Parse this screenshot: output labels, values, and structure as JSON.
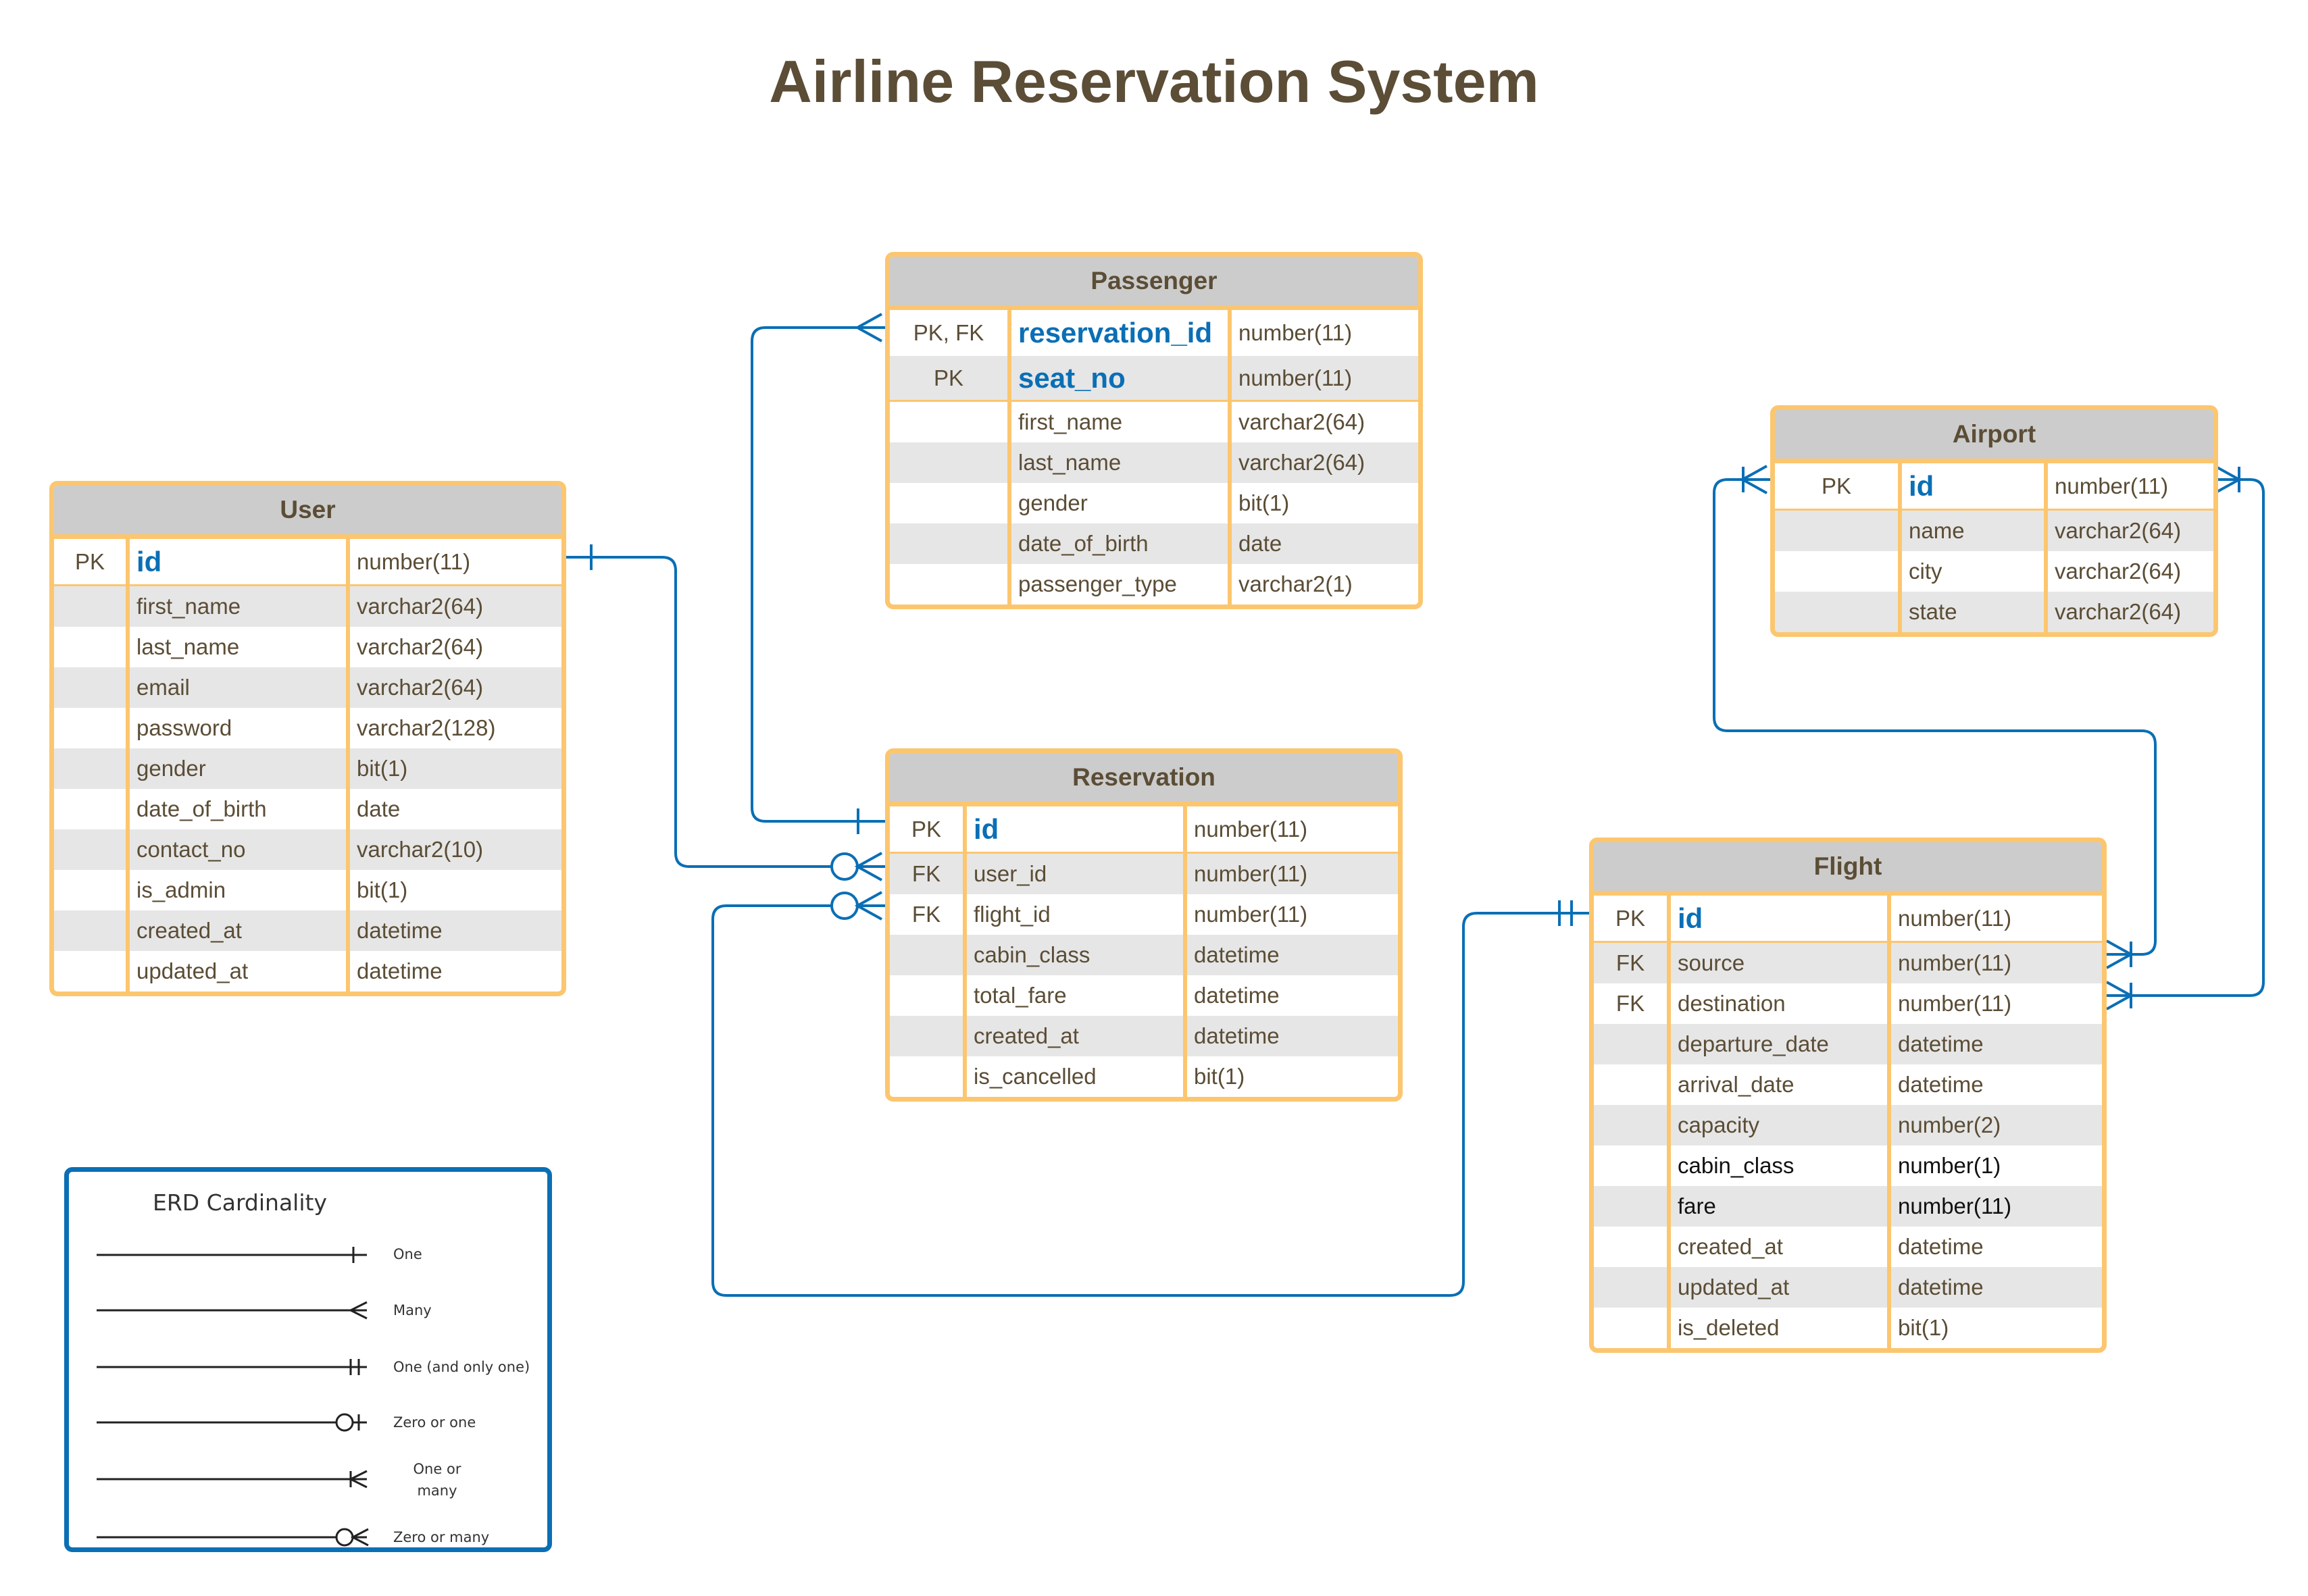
{
  "title": "Airline Reservation System",
  "colors": {
    "accent": "#0a6fb5",
    "border": "#fcc66f",
    "header": "#cccccc",
    "text": "#5b4d36"
  },
  "entities": {
    "user": {
      "name": "User",
      "rows": [
        {
          "key": "PK",
          "name": "id",
          "type": "number(11)"
        },
        {
          "key": "",
          "name": "first_name",
          "type": "varchar2(64)"
        },
        {
          "key": "",
          "name": "last_name",
          "type": "varchar2(64)"
        },
        {
          "key": "",
          "name": "email",
          "type": "varchar2(64)"
        },
        {
          "key": "",
          "name": "password",
          "type": "varchar2(128)"
        },
        {
          "key": "",
          "name": "gender",
          "type": "bit(1)"
        },
        {
          "key": "",
          "name": "date_of_birth",
          "type": "date"
        },
        {
          "key": "",
          "name": "contact_no",
          "type": "varchar2(10)"
        },
        {
          "key": "",
          "name": "is_admin",
          "type": "bit(1)"
        },
        {
          "key": "",
          "name": "created_at",
          "type": "datetime"
        },
        {
          "key": "",
          "name": "updated_at",
          "type": "datetime"
        }
      ]
    },
    "passenger": {
      "name": "Passenger",
      "rows": [
        {
          "key": "PK, FK",
          "name": "reservation_id",
          "type": "number(11)"
        },
        {
          "key": "PK",
          "name": "seat_no",
          "type": "number(11)"
        },
        {
          "key": "",
          "name": "first_name",
          "type": "varchar2(64)"
        },
        {
          "key": "",
          "name": "last_name",
          "type": "varchar2(64)"
        },
        {
          "key": "",
          "name": "gender",
          "type": "bit(1)"
        },
        {
          "key": "",
          "name": "date_of_birth",
          "type": "date"
        },
        {
          "key": "",
          "name": "passenger_type",
          "type": "varchar2(1)"
        }
      ]
    },
    "reservation": {
      "name": "Reservation",
      "rows": [
        {
          "key": "PK",
          "name": "id",
          "type": "number(11)"
        },
        {
          "key": "FK",
          "name": "user_id",
          "type": "number(11)"
        },
        {
          "key": "FK",
          "name": "flight_id",
          "type": "number(11)"
        },
        {
          "key": "",
          "name": "cabin_class",
          "type": "datetime"
        },
        {
          "key": "",
          "name": "total_fare",
          "type": "datetime"
        },
        {
          "key": "",
          "name": "created_at",
          "type": "datetime"
        },
        {
          "key": "",
          "name": "is_cancelled",
          "type": "bit(1)"
        }
      ]
    },
    "airport": {
      "name": "Airport",
      "rows": [
        {
          "key": "PK",
          "name": "id",
          "type": "number(11)"
        },
        {
          "key": "",
          "name": "name",
          "type": "varchar2(64)"
        },
        {
          "key": "",
          "name": "city",
          "type": "varchar2(64)"
        },
        {
          "key": "",
          "name": "state",
          "type": "varchar2(64)"
        }
      ]
    },
    "flight": {
      "name": "Flight",
      "rows": [
        {
          "key": "PK",
          "name": "id",
          "type": "number(11)"
        },
        {
          "key": "FK",
          "name": "source",
          "type": "number(11)"
        },
        {
          "key": "FK",
          "name": "destination",
          "type": "number(11)"
        },
        {
          "key": "",
          "name": "departure_date",
          "type": "datetime"
        },
        {
          "key": "",
          "name": "arrival_date",
          "type": "datetime"
        },
        {
          "key": "",
          "name": "capacity",
          "type": "number(2)"
        },
        {
          "key": "",
          "name": "cabin_class",
          "type": "number(1)"
        },
        {
          "key": "",
          "name": "fare",
          "type": "number(11)"
        },
        {
          "key": "",
          "name": "created_at",
          "type": "datetime"
        },
        {
          "key": "",
          "name": "updated_at",
          "type": "datetime"
        },
        {
          "key": "",
          "name": "is_deleted",
          "type": "bit(1)"
        }
      ]
    }
  },
  "legend": {
    "title": "ERD Cardinality",
    "items": [
      {
        "label": "One"
      },
      {
        "label": "Many"
      },
      {
        "label": "One (and only one)"
      },
      {
        "label": "Zero or one"
      },
      {
        "label": "One or many"
      },
      {
        "label": "Zero or many"
      }
    ]
  }
}
